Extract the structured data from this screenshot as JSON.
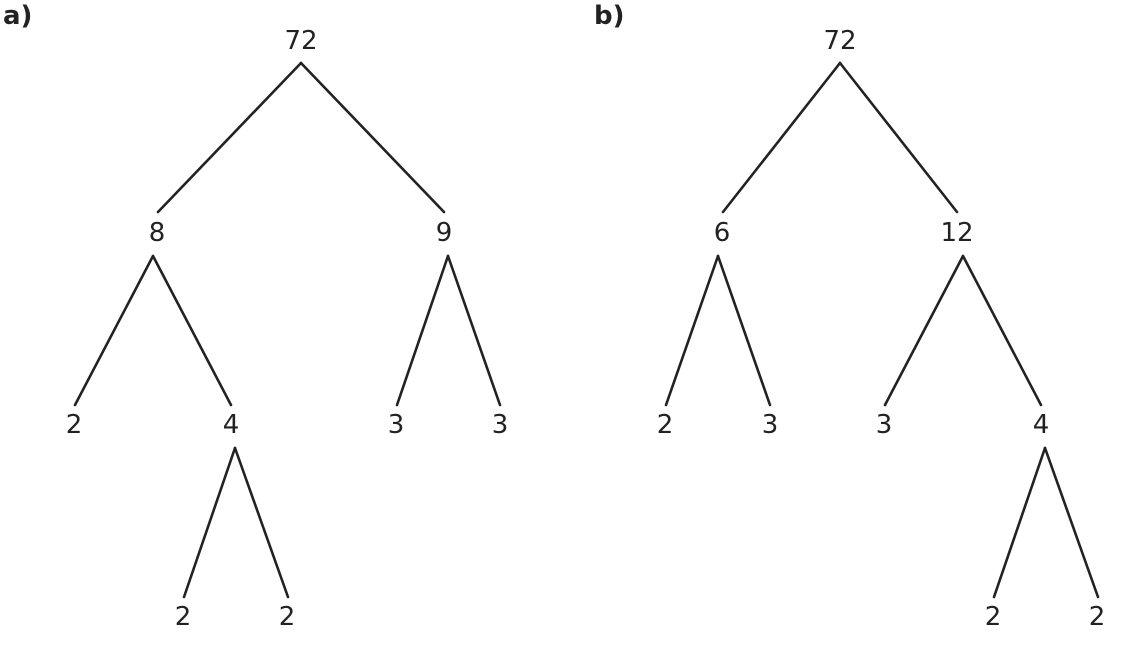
{
  "trees": [
    {
      "label": "a)",
      "nodes": [
        {
          "id": "a_root",
          "value": "72"
        },
        {
          "id": "a_8",
          "value": "8"
        },
        {
          "id": "a_9",
          "value": "9"
        },
        {
          "id": "a_8_2",
          "value": "2"
        },
        {
          "id": "a_8_4",
          "value": "4"
        },
        {
          "id": "a_9_3a",
          "value": "3"
        },
        {
          "id": "a_9_3b",
          "value": "3"
        },
        {
          "id": "a_4_2a",
          "value": "2"
        },
        {
          "id": "a_4_2b",
          "value": "2"
        }
      ],
      "edges": [
        [
          "a_root",
          "a_8"
        ],
        [
          "a_root",
          "a_9"
        ],
        [
          "a_8",
          "a_8_2"
        ],
        [
          "a_8",
          "a_8_4"
        ],
        [
          "a_9",
          "a_9_3a"
        ],
        [
          "a_9",
          "a_9_3b"
        ],
        [
          "a_8_4",
          "a_4_2a"
        ],
        [
          "a_8_4",
          "a_4_2b"
        ]
      ]
    },
    {
      "label": "b)",
      "nodes": [
        {
          "id": "b_root",
          "value": "72"
        },
        {
          "id": "b_6",
          "value": "6"
        },
        {
          "id": "b_12",
          "value": "12"
        },
        {
          "id": "b_6_2",
          "value": "2"
        },
        {
          "id": "b_6_3",
          "value": "3"
        },
        {
          "id": "b_12_3",
          "value": "3"
        },
        {
          "id": "b_12_4",
          "value": "4"
        },
        {
          "id": "b_4_2a",
          "value": "2"
        },
        {
          "id": "b_4_2b",
          "value": "2"
        }
      ],
      "edges": [
        [
          "b_root",
          "b_6"
        ],
        [
          "b_root",
          "b_12"
        ],
        [
          "b_6",
          "b_6_2"
        ],
        [
          "b_6",
          "b_6_3"
        ],
        [
          "b_12",
          "b_12_3"
        ],
        [
          "b_12",
          "b_12_4"
        ],
        [
          "b_12_4",
          "b_4_2a"
        ],
        [
          "b_12_4",
          "b_4_2b"
        ]
      ]
    }
  ]
}
